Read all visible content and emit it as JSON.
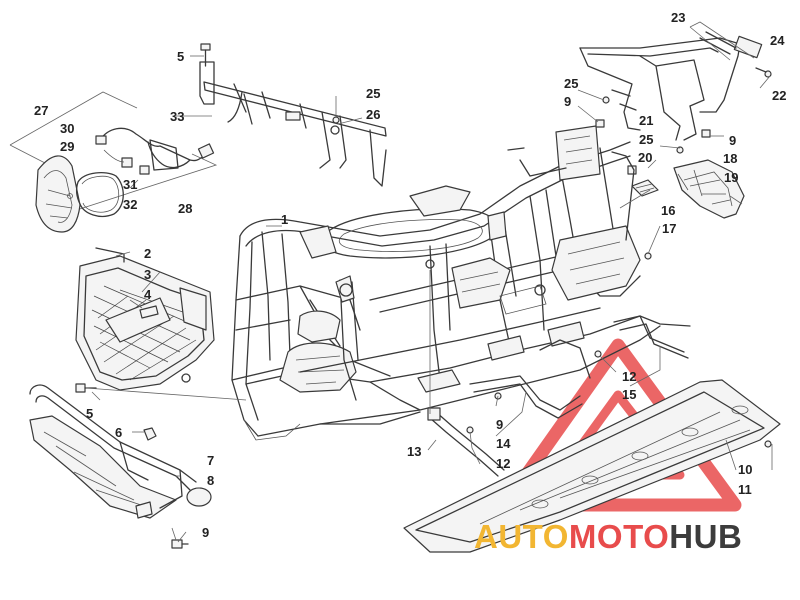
{
  "diagram": {
    "part_numbers": [
      "1",
      "2",
      "3",
      "4",
      "5",
      "5",
      "6",
      "7",
      "8",
      "9",
      "9",
      "9",
      "9",
      "10",
      "11",
      "12",
      "12",
      "13",
      "14",
      "15",
      "16",
      "17",
      "18",
      "19",
      "20",
      "21",
      "22",
      "23",
      "24",
      "25",
      "25",
      "25",
      "26",
      "27",
      "28",
      "29",
      "30",
      "31",
      "32",
      "33"
    ]
  },
  "watermark": {
    "part_a": "AUTO",
    "part_b": "MOTO",
    "part_c": "HUB",
    "colors": {
      "auto": "#f2b632",
      "moto": "#e84c4c",
      "hub": "#3c3c3c",
      "triangle": "#e84c4c"
    }
  }
}
